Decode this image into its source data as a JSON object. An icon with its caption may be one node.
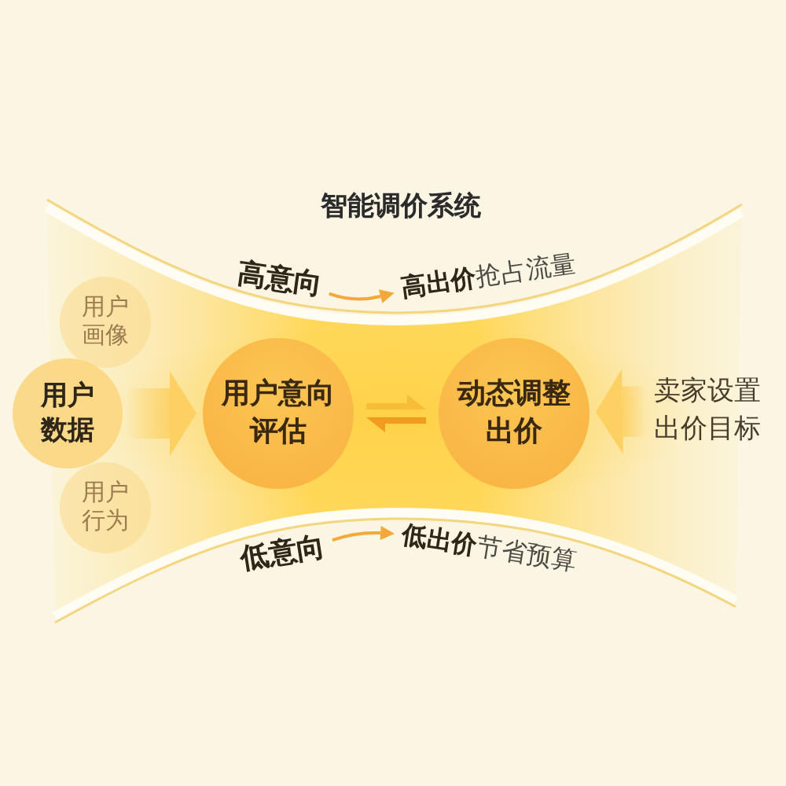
{
  "diagram": {
    "title": "智能调价系统",
    "nodes": [
      {
        "text": [
          "高意向"
        ]
      },
      {
        "text": [
          "**高出价**抢占流量"
        ]
      },
      {
        "text": [
          "用户画像"
        ]
      },
      {
        "text": [
          "用户数据"
        ]
      },
      {
        "text": [
          "用户行为"
        ]
      },
      {
        "text": [
          "用户意向评估"
        ]
      },
      {
        "text": [
          "动态调整出价"
        ]
      },
      {
        "text": [
          "卖家设置出价目标"
        ]
      },
      {
        "text": [
          "低意向"
        ]
      },
      {
        "text": [
          "**低出价**节省预算"
        ]
      }
    ],
    "edges": [
      {
        "from": 0,
        "to": 1,
        "arrow": "to"
      },
      {
        "from": 3,
        "to": 5,
        "arrow": "to",
        "style": "thick"
      },
      {
        "from": 5,
        "to": 6,
        "arrow": "to",
        "style": "thick"
      },
      {
        "from": 6,
        "to": 5,
        "arrow": "to",
        "style": "thick"
      },
      {
        "from": 7,
        "to": 6,
        "arrow": "to",
        "style": "thick"
      },
      {
        "from": 8,
        "to": 9,
        "arrow": "to"
      }
    ]
  }
}
